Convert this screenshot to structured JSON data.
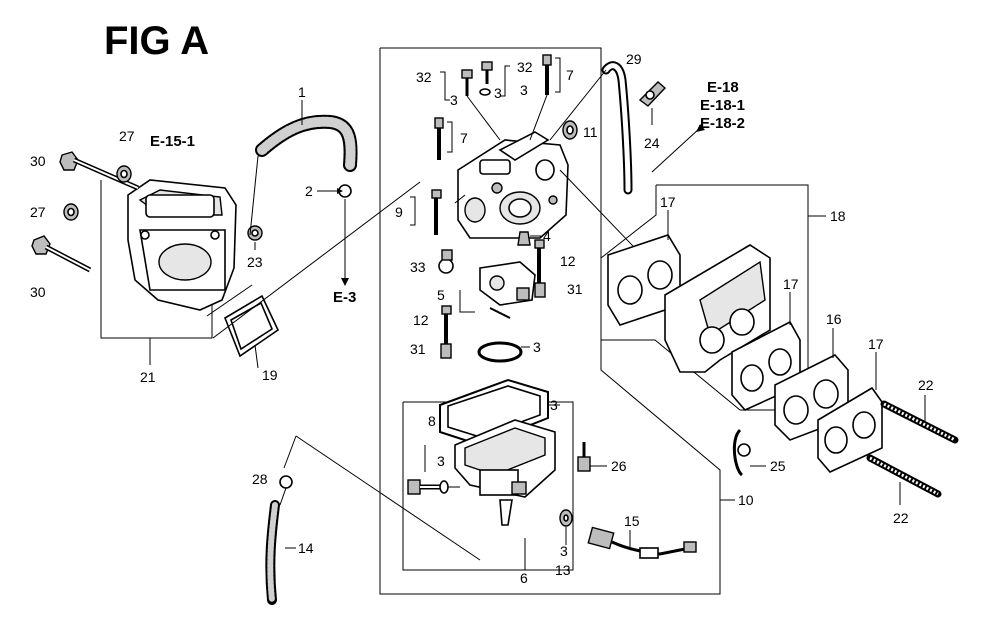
{
  "title": "FIG A",
  "refs": [
    "E-15-1",
    "E-3",
    "E-18",
    "E-18-1",
    "E-18-2"
  ],
  "callouts": {
    "c1": "1",
    "c2": "2",
    "c3a": "3",
    "c3b": "3",
    "c3c": "3",
    "c3d": "3",
    "c3e": "3",
    "c3f": "3",
    "c3g": "3",
    "c4": "4",
    "c5": "5",
    "c6": "6",
    "c7a": "7",
    "c7b": "7",
    "c8": "8",
    "c9": "9",
    "c10": "10",
    "c11": "11",
    "c12a": "12",
    "c12b": "12",
    "c13": "13",
    "c14": "14",
    "c15": "15",
    "c16": "16",
    "c17a": "17",
    "c17b": "17",
    "c17c": "17",
    "c18": "18",
    "c19": "19",
    "c21": "21",
    "c22a": "22",
    "c22b": "22",
    "c23": "23",
    "c24": "24",
    "c25": "25",
    "c26": "26",
    "c27a": "27",
    "c27b": "27",
    "c28": "28",
    "c29": "29",
    "c30a": "30",
    "c30b": "30",
    "c31a": "31",
    "c31b": "31",
    "c32a": "32",
    "c32b": "32",
    "c33": "33"
  }
}
